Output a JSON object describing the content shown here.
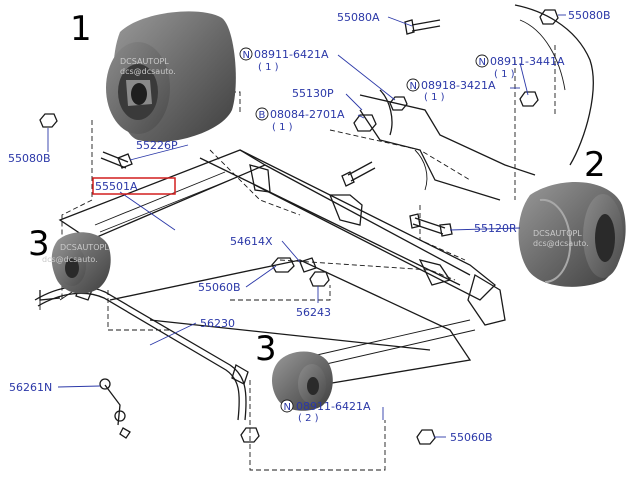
{
  "callouts": {
    "c1": "1",
    "c2": "2",
    "c3a": "3",
    "c3b": "3"
  },
  "parts": {
    "p55080A": "55080A",
    "p55080B_top": "55080B",
    "p08911_6421A_top": "08911-6421A",
    "p08911_6421A_top_qty": "( 1 )",
    "p08911_3441A": "08911-3441A",
    "p08911_3441A_qty": "( 1 )",
    "p08918_3421A": "08918-3421A",
    "p08918_3421A_qty": "( 1 )",
    "p55130P": "55130P",
    "p08084_2701A": "08084-2701A",
    "p08084_2701A_qty": "( 1 )",
    "p55226P": "55226P",
    "p55080B_left": "55080B",
    "p55501A": "55501A",
    "p55120R": "55120R",
    "p54614X": "54614X",
    "p55060B_mid": "55060B",
    "p56243": "56243",
    "p56230": "56230",
    "p56261N": "56261N",
    "p08911_6421A_bottom": "08911-6421A",
    "p08911_6421A_bottom_qty": "( 2 )",
    "p55060B_bottom": "55060B"
  },
  "markers": {
    "n": "N",
    "b": "B"
  },
  "watermarks": {
    "w1": "DCSAUTOPL",
    "w2": "dcs@dcsauto.",
    "w3": "DCSAUTOPL",
    "w4": "dcs@dcsauto.",
    "w5": "DCSAUTOPL",
    "w6": "dcs@dcsauto."
  },
  "colors": {
    "label": "#2b38a8",
    "highlight_box": "#d21f1f",
    "bushing_body": "#6f6f6f"
  }
}
